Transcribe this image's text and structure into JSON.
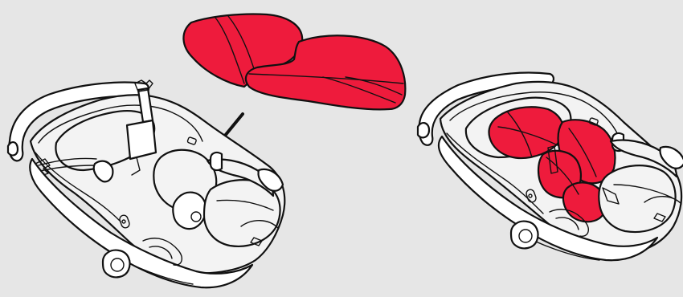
{
  "colors": {
    "background": "#e6e6e6",
    "insert_red": "#ee1b3c",
    "outline": "#111111",
    "fill_white": "#ffffff",
    "fill_light": "#f3f3f3"
  },
  "panels": [
    {
      "id": "insert",
      "icon": "infant-insert-cushion"
    },
    {
      "id": "seat-without-insert",
      "icon": "infant-car-seat-empty"
    },
    {
      "id": "seat-with-insert",
      "icon": "infant-car-seat-with-insert"
    }
  ],
  "indicator": {
    "icon": "arrow-icon",
    "direction": "down-left"
  }
}
